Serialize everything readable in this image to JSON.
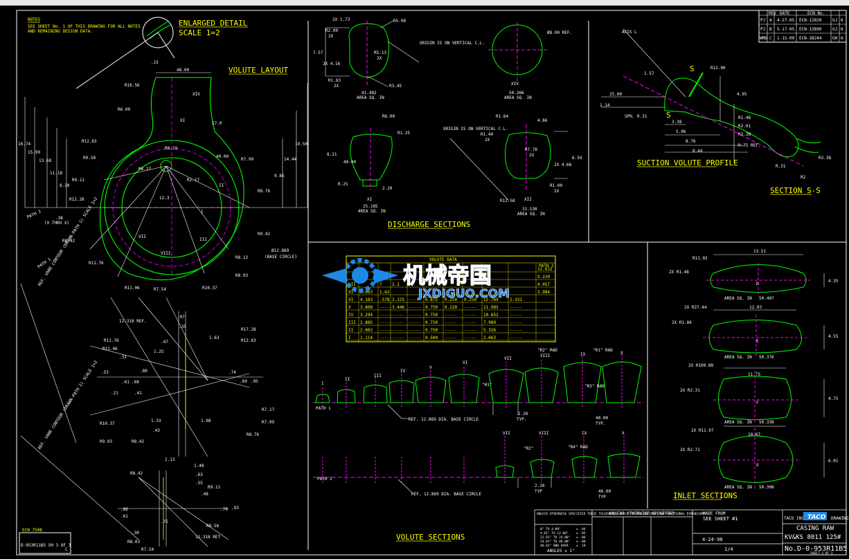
{
  "colors": {
    "background": "#000000",
    "border": "#ffffff",
    "dimension": "#ffffff",
    "outline": "#00ff00",
    "centerline": "#ff00ff",
    "title_text": "#ffff00",
    "watermark_blue": "#1e88e5"
  },
  "notes": {
    "heading": "NOTES",
    "line1": "SEE SHEET No. 1 OF THIS DRAWING FOR ALL NOTES",
    "line2": "AND REMAINING DESIGN DATA."
  },
  "enlarged_detail": {
    "title": "ENLARGED DETAIL",
    "scale": "SCALE 1=2",
    "dim": ".15"
  },
  "volute_layout": {
    "title": "VOLUTE LAYOUT",
    "dims": [
      "48.00",
      "R16.56",
      "R6.00",
      "16.74",
      "15.99",
      "13.68",
      "11.18",
      "8.20",
      "R12.63",
      "R9.58",
      "R9.11",
      "R12.28",
      "R8.42",
      "R11.76",
      "R11.06",
      "R7.54",
      "R10.37",
      "R8.93",
      "R8.12",
      "R9.42",
      "R8.76",
      "R7.99",
      "R2.17",
      "R8.17",
      "R8.19",
      "17.0",
      "19.50",
      "14.44",
      "9.86",
      "12.3",
      "40.00",
      ".38",
      "(X THRU X)",
      "PATH 2",
      "PATH 1",
      "Ø12.869",
      "(BASE CIRCLE)",
      "XIV",
      "VIII",
      "VII",
      "III",
      "II",
      "XI",
      "I"
    ]
  },
  "sections_upper": {
    "items": [
      {
        "dims": [
          "2X 1.73",
          "R2.00",
          "2X",
          "7.57",
          "2X 4.16",
          "R1.63",
          "2X",
          "R5.13",
          "2X",
          "R3.45",
          "R5.98"
        ],
        "area": "41.482",
        "unit": "AREA SQ. IN",
        "note": "ORIGIN IS ON VERTICAL C.L."
      },
      {
        "dims": [
          "Ø8.00 REF."
        ],
        "area": "50.266",
        "unit": "AREA SQ. IN",
        "roman": "XIV"
      },
      {
        "dims": [
          "R6.00",
          "R1.25",
          "8.21",
          "40.00",
          "R.25",
          "2.20"
        ],
        "area": "25.185",
        "unit": "AREA SQ. IN",
        "roman": "XI"
      },
      {
        "dims": [
          "R1.64",
          "4.86",
          "R1.40",
          "2X",
          "R7.76",
          "2X",
          "2X 4.68",
          "6.59",
          "R1.00",
          "2X",
          "R12.58"
        ],
        "area": "31.530",
        "unit": "AREA SQ. IN",
        "roman": "XII",
        "note": "ORIGIN IS ON VERTICAL C.L."
      }
    ],
    "title": "DISCHARGE SECTIONS"
  },
  "suction": {
    "dims": [
      "AXIS L",
      "1.57",
      "R12.00",
      "25.00",
      "1.14",
      "SPH. R.31",
      "3.38",
      "5.06",
      "8.76",
      "8.44",
      "4.95",
      "R1.48",
      "R2.01",
      "R2.38",
      "R.75 REF.",
      "R.31",
      "R2",
      "R3.38"
    ],
    "label_s": "S",
    "title": "SUCTION VOLUTE PROFILE",
    "section_title": "SECTION S-S"
  },
  "volute_data": {
    "header": "VOLUTE DATA",
    "path2_header": "PATH 2",
    "rows": [
      [
        "",
        "",
        "",
        "",
        "",
        "",
        "",
        "",
        "",
        "",
        "12.632"
      ],
      [
        "",
        "",
        "",
        "",
        "",
        "",
        "",
        "",
        "",
        "",
        "9.220"
      ],
      [
        "VII",
        "",
        "7",
        "2.1",
        "",
        "",
        "",
        "",
        "",
        "",
        "4.057"
      ],
      [
        "VI",
        "3.063",
        "1.62",
        "",
        "",
        "",
        "",
        "",
        "",
        "",
        "3.984"
      ],
      [
        "VI",
        "4.183",
        ".578",
        "3.225",
        "-----",
        "0.875",
        "0.250",
        "0.250",
        "12.769",
        "1.331",
        ""
      ],
      [
        "V",
        "3.808",
        "-----",
        "3.446",
        "-----",
        "0.750",
        "0.120",
        "-----",
        "11.983",
        "-----",
        ""
      ],
      [
        "IV",
        "3.294",
        "-----",
        "-----",
        "-----",
        "0.750",
        "-----",
        "-----",
        "10.652",
        "-----",
        ""
      ],
      [
        "III",
        "2.885",
        "-----",
        "-----",
        "-----",
        "0.750",
        "-----",
        "-----",
        "7.989",
        "-----",
        ""
      ],
      [
        "II",
        "2.002",
        "-----",
        "-----",
        "-----",
        "0.750",
        "-----",
        "-----",
        "5.326",
        "-----",
        ""
      ],
      [
        "I",
        "1.114",
        "-----",
        "-----",
        "-----",
        "0.500",
        "-----",
        "-----",
        "2.663",
        "-----",
        ""
      ]
    ]
  },
  "watermark": {
    "cn": "机械帝国",
    "url": "JXDIGUO.COM"
  },
  "volute_sections": {
    "romans_top": [
      "I",
      "II",
      "III",
      "IV",
      "V",
      "VI",
      "VII",
      "VIII",
      "IX",
      "X"
    ],
    "romans_bottom": [
      "VII",
      "VIII",
      "IX",
      "X"
    ],
    "path1": "PATH 1",
    "path2": "PATH 2",
    "ref1": "REF. 12.869 DIA. BASE CIRCLE",
    "ref2": "REF. 12.869 DIA. BASE CIRCLE",
    "dims": [
      "\"R2\" RAD",
      "\"R1\" RAD",
      "\"H1\"",
      "\"R3\" RAD",
      "2.20",
      "TYP.",
      "40.00",
      "TYP.",
      "\"R2\"",
      "\"R4\" RAD",
      "2.20",
      "TYP",
      "40.00",
      "TYP"
    ],
    "title": "VOLUTE SECTIONS"
  },
  "sections_lower": {
    "items": [
      {
        "dims": [
          "13.51",
          "R11.02",
          "2X R1.48",
          "4.35"
        ],
        "area": "50.407",
        "label": "AREA SQ. IN",
        "letter": "D"
      },
      {
        "dims": [
          "2X R27.44",
          "12.93",
          "2X R1.86",
          "4.55"
        ],
        "area": "50.376",
        "label": "AREA SQ. IN",
        "letter": "E"
      },
      {
        "dims": [
          "2X R100.88",
          "11.75",
          "2X R2.31",
          "4.75"
        ],
        "area": "50.338",
        "label": "AREA SQ. IN",
        "letter": "F"
      },
      {
        "dims": [
          "2X R11.97",
          "10.07",
          "2X R2.71",
          "6.01"
        ],
        "area": "50.308",
        "label": "AREA SQ. IN",
        "letter": "G"
      }
    ],
    "title": "INLET SECTIONS"
  },
  "detail_views": {
    "upper": {
      "dims": [
        "12.318 REF.",
        ".07",
        ".35",
        "R17.28",
        "R11.76",
        "1.63",
        "R12.63",
        ".47",
        "R11.06",
        "1.25",
        ".31",
        ".53",
        ".61",
        ".68",
        ".41",
        "1.33",
        ".43",
        "1.08",
        ".74",
        ".69",
        ".95",
        "R7.17",
        "R7.99",
        "R8.76",
        "R10.37",
        "R9.93",
        "R8.42",
        ".80",
        ".21"
      ]
    },
    "lower": {
      "dims": [
        "2.13",
        "1.48",
        "R8.42",
        ".63",
        ".55",
        "R9.11",
        ".48",
        ".86",
        ".61",
        ".70",
        ".93",
        ".75",
        "R9.58",
        ".30",
        "R8.03",
        "12.318 RET",
        "R7.54"
      ]
    },
    "path_labels": [
      "REF. VANE CONTOUR (DRAWN-PATH 1) SCALE 1=2",
      "REF. VANE CONTOUR (DRAWN-PATH 2) SCALE 1=2"
    ]
  },
  "revisions": {
    "header": [
      "",
      "REV",
      "DATE",
      "ECN No.",
      "",
      ""
    ],
    "rows": [
      [
        "PJ",
        "A",
        "4-27-05",
        "ECN-12820",
        "GJ",
        "6"
      ],
      [
        "PJ",
        "B",
        "5-17-05",
        "ECN-13890",
        "GJ",
        "6"
      ],
      [
        "WMD",
        "C",
        "1-15-09",
        "ECN-38244",
        "GH",
        "6"
      ]
    ]
  },
  "ecn_block": {
    "ecn": "ECN 7508",
    "dwg": "D-953R11B5 SH 3 OF 3",
    "rev": "C"
  },
  "title_block": {
    "tolerance_heading": "UNLESS OTHERWISE SPECIFIED THESE TOLERANCES APPLY TO ALL DECIMAL AND FRACTIONAL DIMENSIONS",
    "tolerance_rows": [
      [
        "0\" TO 4.00\"",
        "± .04"
      ],
      [
        "4.01\" TO 12.00\"",
        "± .05"
      ],
      [
        "12.01\" TO 24.00\"",
        "± .06"
      ],
      [
        "24.01\" TO 48.00\"",
        "± .08"
      ],
      [
        "48.01\" AND OVER",
        "± .10"
      ]
    ],
    "angles": "ANGLES ± 1°",
    "middle_heading": "UNLESS OTHERWISE SPECIFIED",
    "made_from": "MADE FROM",
    "see_sheet": "SEE SHEET #1",
    "date": "4-24-98",
    "scale": "1/4",
    "company": "TACO INC.",
    "logo": "TACO",
    "drawing_label": "DRAWING",
    "title1": "CASING RAW",
    "title2": "KV&KS 8011 125#",
    "dwg_no": "No.D-0-953R11B5",
    "sheet": "SHEET 3 OF 3"
  }
}
